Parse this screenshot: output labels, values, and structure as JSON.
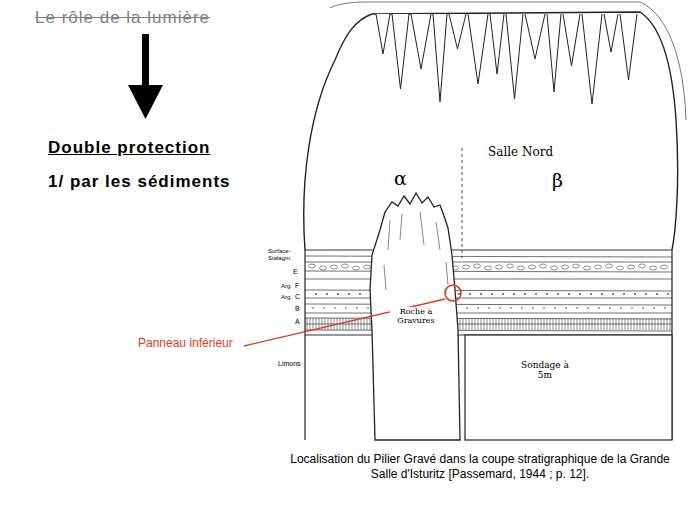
{
  "diagram": {
    "title": "Le rôle de la lumière",
    "caption": "Localisation du Pilier Gravé dans la coupe stratigraphique de la Grande Salle d'Isturitz [Passemard, 1944 ; p. 12].",
    "labels": [
      "Double protection",
      "1/ par les sédiments",
      "Panneau inférieur",
      "Salle Nord",
      "α",
      "β",
      "Surface-Stalagm.",
      "E",
      "Arg.",
      "F",
      "Arg.",
      "C",
      "B",
      "A",
      "Limons",
      "Roche à Gravures",
      "Sondage à 5m"
    ]
  }
}
